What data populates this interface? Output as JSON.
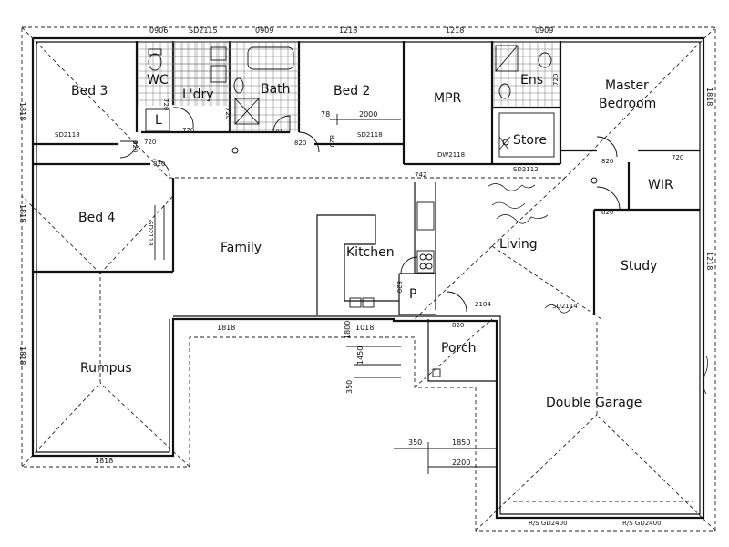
{
  "rooms": {
    "bed3": "Bed 3",
    "wc": "WC",
    "ldry": "L'dry",
    "bath": "Bath",
    "bed2": "Bed 2",
    "mpr": "MPR",
    "ens": "Ens",
    "master_line1": "Master",
    "master_line2": "Bedroom",
    "store": "Store",
    "wir": "WIR",
    "bed4": "Bed 4",
    "family": "Family",
    "kitchen": "Kitchen",
    "pantry": "P",
    "living": "Living",
    "study": "Study",
    "rumpus": "Rumpus",
    "porch": "Porch",
    "garage": "Double Garage",
    "linen": "L"
  },
  "dimensions": {
    "top_0906": "0906",
    "top_sd2115": "SD2115",
    "top_0909a": "0909",
    "top_1218a": "1218",
    "top_1218b": "1218",
    "top_0909b": "0909",
    "left_1818a": "1818",
    "left_1818b": "1818",
    "left_1818c": "1818",
    "right_1818": "1818",
    "right_1218": "1218",
    "bottom_1818": "1818",
    "family_1818": "1818",
    "kitchen_1018": "1018",
    "d720_wc": "720",
    "d720_ldry": "720",
    "d720_bath": "720",
    "d720_bed3": "720",
    "d720_hall": "720",
    "d720_ens": "720",
    "d720_wir": "720",
    "d820_bed3": "820",
    "d820_bed4": "820",
    "d820_bed2": "820",
    "d820_mpr": "820",
    "d820_master": "820",
    "d820_study": "820",
    "d820_pantry": "820",
    "d820_porch": "820",
    "sd2118_bed3": "SD2118",
    "sd2118_bed2": "SD2118",
    "sd2118_bed4": "SD2118",
    "dw2118": "DW2118",
    "sd2112": "SD2112",
    "sd2114": "SD2114",
    "w742": "742",
    "w2104": "2104",
    "w78": "78",
    "w2000": "2000",
    "porch_1800": "1800",
    "porch_1450": "1450",
    "porch_350": "350",
    "garage_350": "350",
    "garage_1850": "1850",
    "garage_2200": "2200",
    "garage_door_a": "R/S GD2400",
    "garage_door_b": "R/S GD2400"
  }
}
